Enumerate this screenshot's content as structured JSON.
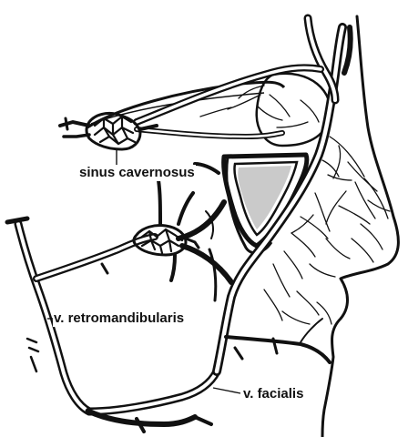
{
  "figure": {
    "labels": {
      "sinus_cavernosus": "sinus cavernosus",
      "v_retromandibularis": "v. retromandibularis",
      "v_facialis": "v. facialis"
    },
    "colors": {
      "ink": "#111111",
      "paper": "#ffffff",
      "stipple": "#9a9a9a"
    }
  }
}
